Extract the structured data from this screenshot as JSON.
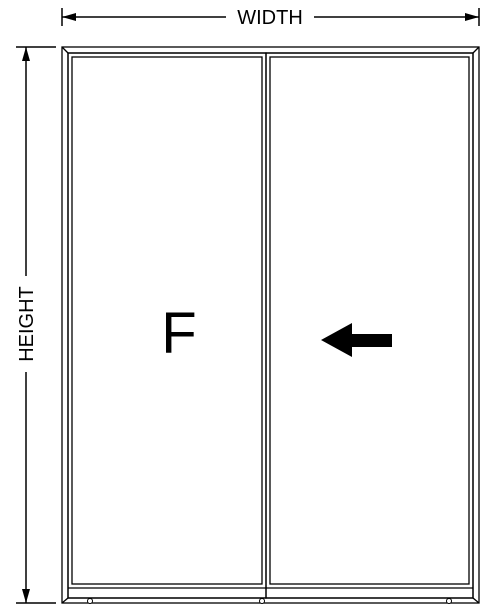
{
  "dimensions": {
    "width_label": "WIDTH",
    "height_label": "HEIGHT"
  },
  "panels": [
    {
      "label": "F",
      "type": "fixed"
    },
    {
      "label": "",
      "type": "sliding",
      "slide_direction": "left",
      "arrow_icon": "arrow-left-icon"
    }
  ],
  "colors": {
    "line": "#000000",
    "background": "#ffffff"
  }
}
